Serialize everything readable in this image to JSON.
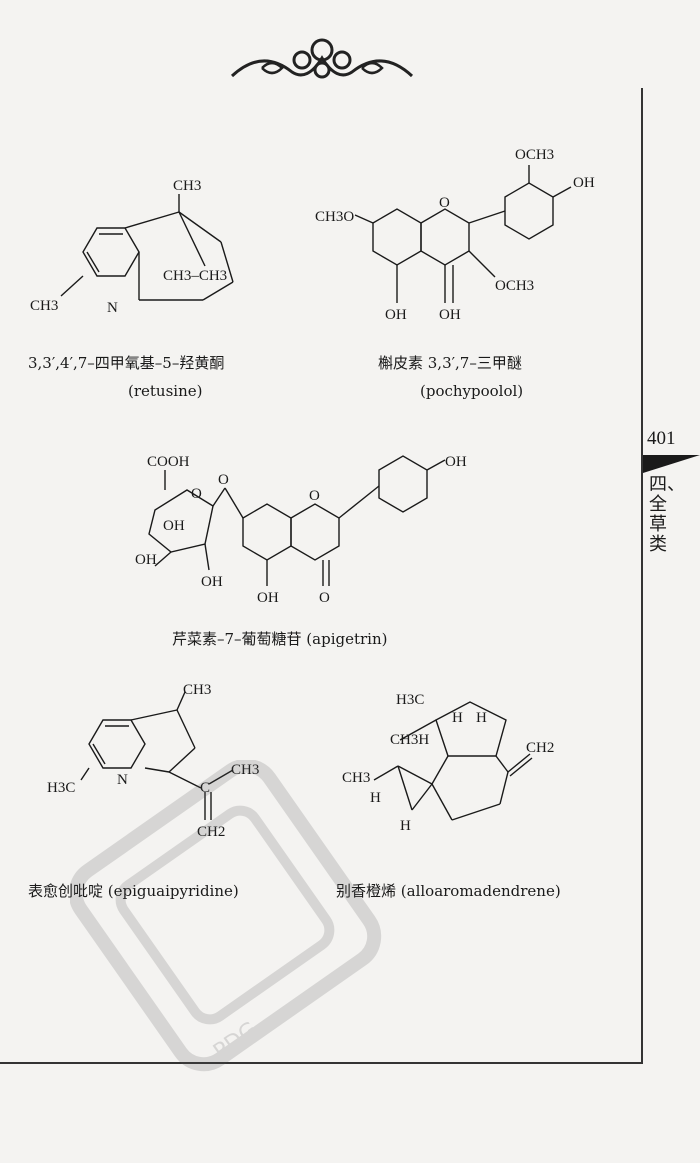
{
  "page": {
    "number": "401",
    "section_label": "四、全草类"
  },
  "compounds": [
    {
      "name_cn": "3,3′,4′,7–四甲氧基–5–羟黄酮",
      "name_en": "(retusine)"
    },
    {
      "name_cn": "槲皮素 3,3′,7–三甲醚",
      "name_en": "(pochypoolol)"
    },
    {
      "name_full": "芹菜素–7–葡萄糖苷 (apigetrin)"
    },
    {
      "name_full": "表愈创吡啶 (epiguaipyridine)"
    },
    {
      "name_full": "别香橙烯 (alloaromadendrene)"
    }
  ],
  "structure_labels": {
    "retusine": {
      "ch3_top": "CH3",
      "ch3_left": "CH3",
      "n": "N",
      "bridge": "CH3–CH3"
    },
    "pochypoolol": {
      "och3_top": "OCH3",
      "oh_right": "OH",
      "ch3o": "CH3O",
      "o_ring": "O",
      "och3_mid": "OCH3",
      "oh_a": "OH",
      "oh_b": "OH"
    },
    "apigetrin": {
      "cooh": "COOH",
      "o_sugar": "O",
      "o_link": "O",
      "o_ring": "O",
      "oh_top": "OH",
      "oh_1": "OH",
      "oh_2": "OH",
      "oh_3": "OH",
      "oh_4": "OH",
      "o_keto": "O"
    },
    "epiguaipyridine": {
      "ch3_top": "CH3",
      "h3c": "H3C",
      "n": "N",
      "c": "C",
      "ch3_right": "CH3",
      "ch2": "CH2"
    },
    "alloaromadendrene": {
      "h3c": "H3C",
      "h1": "H",
      "h2": "H",
      "ch3h": "CH3H",
      "ch2": "CH2",
      "ch3": "CH3",
      "h3": "H",
      "h4": "H"
    }
  },
  "watermark_text": "PDG"
}
